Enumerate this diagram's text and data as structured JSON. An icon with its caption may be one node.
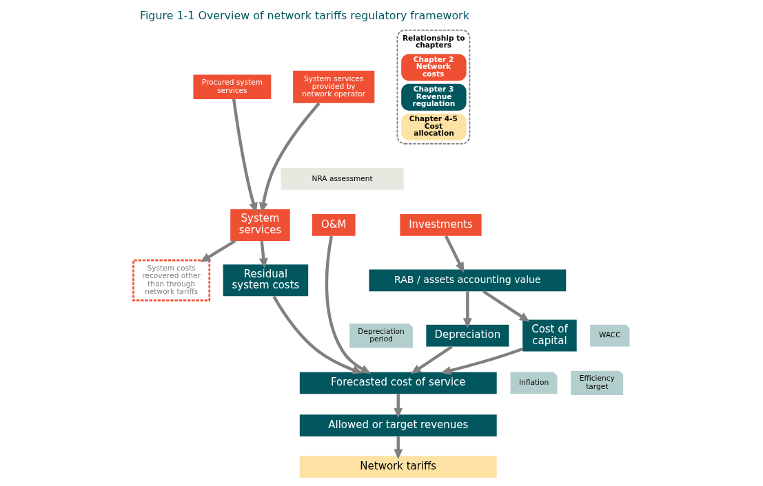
{
  "diagram": {
    "title": "Figure 1-1 Overview of network tariffs regulatory framework",
    "nodes": [
      {
        "text": [
          "Procured system services"
        ]
      },
      {
        "text": [
          "System services provided by network operator"
        ]
      },
      {
        "text": [
          "System services"
        ]
      },
      {
        "text": [
          "NRA assessment"
        ]
      },
      {
        "text": [
          "O&M"
        ]
      },
      {
        "text": [
          "Investments"
        ]
      },
      {
        "text": [
          "System costs recovered other than through network tariffs"
        ]
      },
      {
        "text": [
          "RAB / assets accounting value"
        ]
      },
      {
        "text": [
          "Depreciation period"
        ]
      },
      {
        "text": [
          "Depreciation"
        ]
      },
      {
        "text": [
          "Cost of capital"
        ]
      },
      {
        "text": [
          "WACC"
        ]
      },
      {
        "text": [
          "Residual system costs"
        ]
      },
      {
        "text": [
          "Forecasted cost of service"
        ]
      },
      {
        "text": [
          "Inflation"
        ]
      },
      {
        "text": [
          "Efficiency target"
        ]
      },
      {
        "text": [
          "Allowed or target revenues"
        ]
      },
      {
        "text": [
          "Network tariffs"
        ]
      }
    ],
    "edges": [
      {
        "from": 0,
        "to": 2,
        "arrow": "to"
      },
      {
        "from": 1,
        "to": 2,
        "arrow": "to"
      },
      {
        "from": 2,
        "to": 6,
        "arrow": "to"
      },
      {
        "from": 2,
        "to": 12,
        "arrow": "to"
      },
      {
        "from": 4,
        "to": 13,
        "arrow": "to"
      },
      {
        "from": 5,
        "to": 7,
        "arrow": "to"
      },
      {
        "from": 7,
        "to": 9,
        "arrow": "to"
      },
      {
        "from": 7,
        "to": 10,
        "arrow": "to"
      },
      {
        "from": 9,
        "to": 13,
        "arrow": "to"
      },
      {
        "from": 10,
        "to": 13,
        "arrow": "to"
      },
      {
        "from": 12,
        "to": 13,
        "arrow": "to"
      },
      {
        "from": 13,
        "to": 16,
        "arrow": "to"
      },
      {
        "from": 16,
        "to": 17,
        "arrow": "to"
      }
    ],
    "labels": [
      "Relationship to chapters"
    ],
    "legend": [
      {
        "text": "Chapter 2 Network costs",
        "color": "#ef5033"
      },
      {
        "text": "Chapter 3 Revenue regulation",
        "color": "#02575f"
      },
      {
        "text": "Chapter 4-5 Cost allocation",
        "color": "#fde2a4"
      }
    ]
  }
}
